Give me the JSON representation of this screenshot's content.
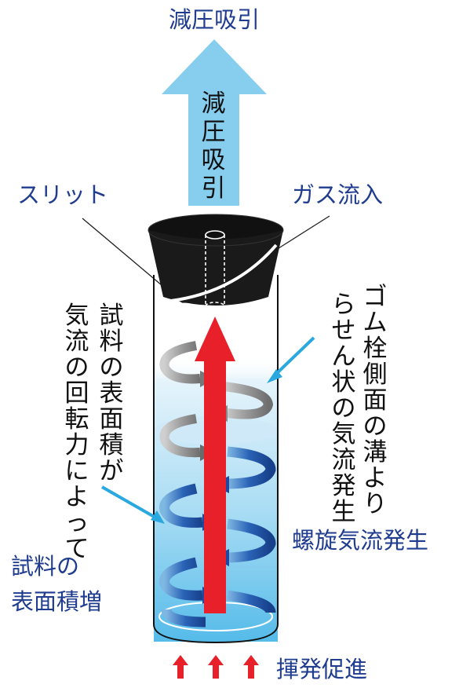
{
  "labels": {
    "top": "減圧吸引",
    "arrow_vertical": [
      "減",
      "圧",
      "吸",
      "引"
    ],
    "slit": "スリット",
    "gas_inflow": "ガス流入",
    "spiral_generation": "螺旋気流発生",
    "surface_increase_line1": "試料の",
    "surface_increase_line2": "表面積増",
    "volatilization": "揮発促進",
    "vertical_right_col1": [
      "ゴ",
      "ム",
      "栓",
      "側",
      "面",
      "の",
      "溝",
      "よ",
      "り"
    ],
    "vertical_right_col2": [
      "ら",
      "せ",
      "ん",
      "状",
      "の",
      "気",
      "流",
      "発",
      "生"
    ],
    "vertical_left_col1": [
      "試",
      "料",
      "の",
      "表",
      "面",
      "積",
      "が"
    ],
    "vertical_left_col2": [
      "気",
      "流",
      "の",
      "回",
      "転",
      "力",
      "に",
      "よ",
      "っ",
      "て"
    ]
  },
  "colors": {
    "label_blue": "#1f3c8f",
    "suction_arrow": "#86cdee",
    "red_arrow": "#e8202a",
    "spiral_blue": "#1d4aa0",
    "spiral_gray": "#8a8a8a",
    "pointer_cyan": "#2aa8e0",
    "liquid_top": "#e8f5fc",
    "liquid_bottom": "#5fc0ea",
    "stopper": "#1a1a1a"
  }
}
